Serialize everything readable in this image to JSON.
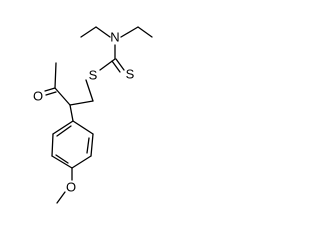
{
  "molecule": {
    "atoms": {
      "N": "N",
      "S_thioether": "S",
      "S_thione": "S",
      "O_ketone": "O",
      "O_methoxy": "O"
    }
  }
}
